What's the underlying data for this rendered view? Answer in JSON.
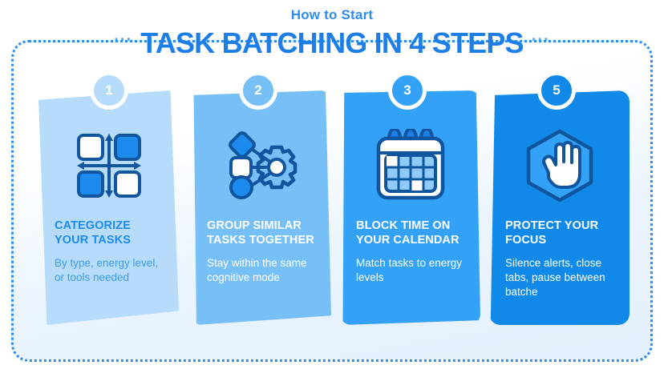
{
  "header": {
    "kicker": "How to Start",
    "title": "TASK BATCHING IN 4 STEPS",
    "left_dots": "···",
    "right_dots": "···"
  },
  "colors": {
    "brand_blue": "#1d7ee8",
    "kicker_blue": "#2d8ced",
    "icon_navy": "#11559e",
    "card1_bg": "#b7dcfb",
    "card2_bg": "#77c0f7",
    "card3_bg": "#33a1f5",
    "card4_bg": "#1089e8",
    "dotted_border": "#2d8ced",
    "white": "#ffffff"
  },
  "steps": [
    {
      "badge": "1",
      "icon": "quadrant-matrix-icon",
      "title": "CATEGORIZE YOUR TASKS",
      "desc": "By type, energy level, or tools needed"
    },
    {
      "badge": "2",
      "icon": "gear-network-icon",
      "title": "GROUP SIMILAR TASKS TOGETHER",
      "desc": "Stay within the same cognitive mode"
    },
    {
      "badge": "3",
      "icon": "calendar-icon",
      "title": "BLOCK TIME ON YOUR CALENDAR",
      "desc": "Match tasks to energy levels"
    },
    {
      "badge": "5",
      "icon": "stop-hand-hexagon-icon",
      "title": "PROTECT YOUR FOCUS",
      "desc": "Silence alerts, close tabs, pause between batche"
    }
  ]
}
